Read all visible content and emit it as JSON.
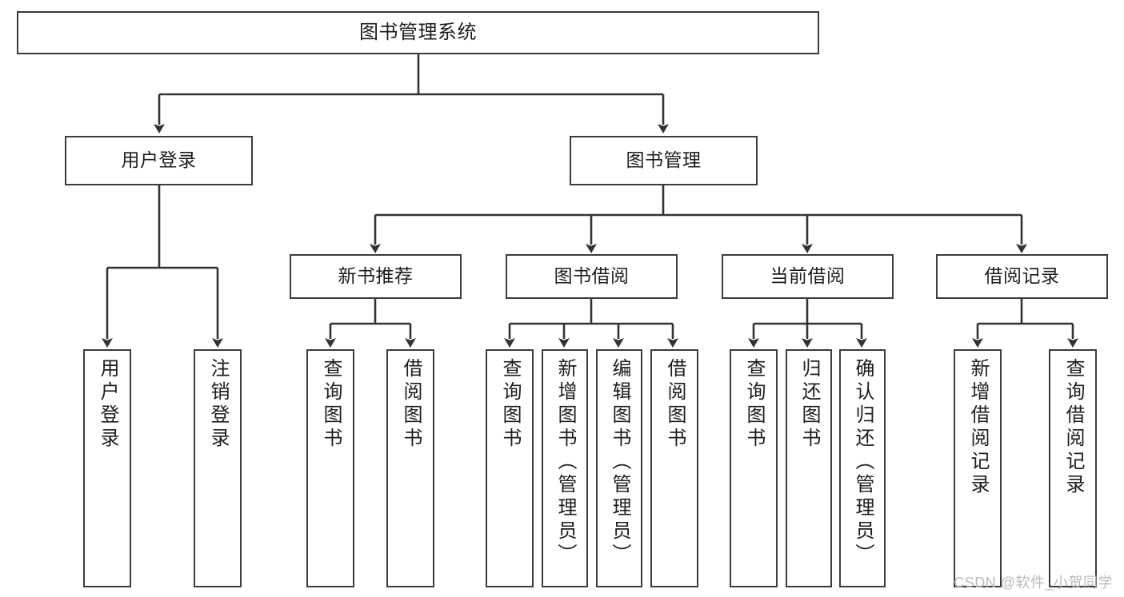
{
  "diagram": {
    "title": "图书管理系统",
    "type": "tree",
    "watermark": "CSDN @软件_小贺同学",
    "colors": {
      "box_border": "#3b3b3b",
      "box_fill": "#ffffff",
      "connector": "#333333",
      "text": "#1d1d1d",
      "watermark": "#b9b9b9",
      "background": "#ffffff"
    },
    "root": {
      "label": "图书管理系统"
    },
    "level1": [
      {
        "label": "用户登录"
      },
      {
        "label": "图书管理"
      }
    ],
    "level2": [
      {
        "label": "新书推荐"
      },
      {
        "label": "图书借阅"
      },
      {
        "label": "当前借阅"
      },
      {
        "label": "借阅记录"
      }
    ],
    "leaves": {
      "user_login": [
        {
          "label": "用户登录"
        },
        {
          "label": "注销登录"
        }
      ],
      "new_book_recommend": [
        {
          "label": "查询图书"
        },
        {
          "label": "借阅图书"
        }
      ],
      "book_borrow": [
        {
          "label": "查询图书"
        },
        {
          "label": "新增图书（管理员）"
        },
        {
          "label": "编辑图书（管理员）"
        },
        {
          "label": "借阅图书"
        }
      ],
      "current_borrow": [
        {
          "label": "查询图书"
        },
        {
          "label": "归还图书"
        },
        {
          "label": "确认归还（管理员）"
        }
      ],
      "borrow_record": [
        {
          "label": "新增借阅记录"
        },
        {
          "label": "查询借阅记录"
        }
      ]
    }
  }
}
